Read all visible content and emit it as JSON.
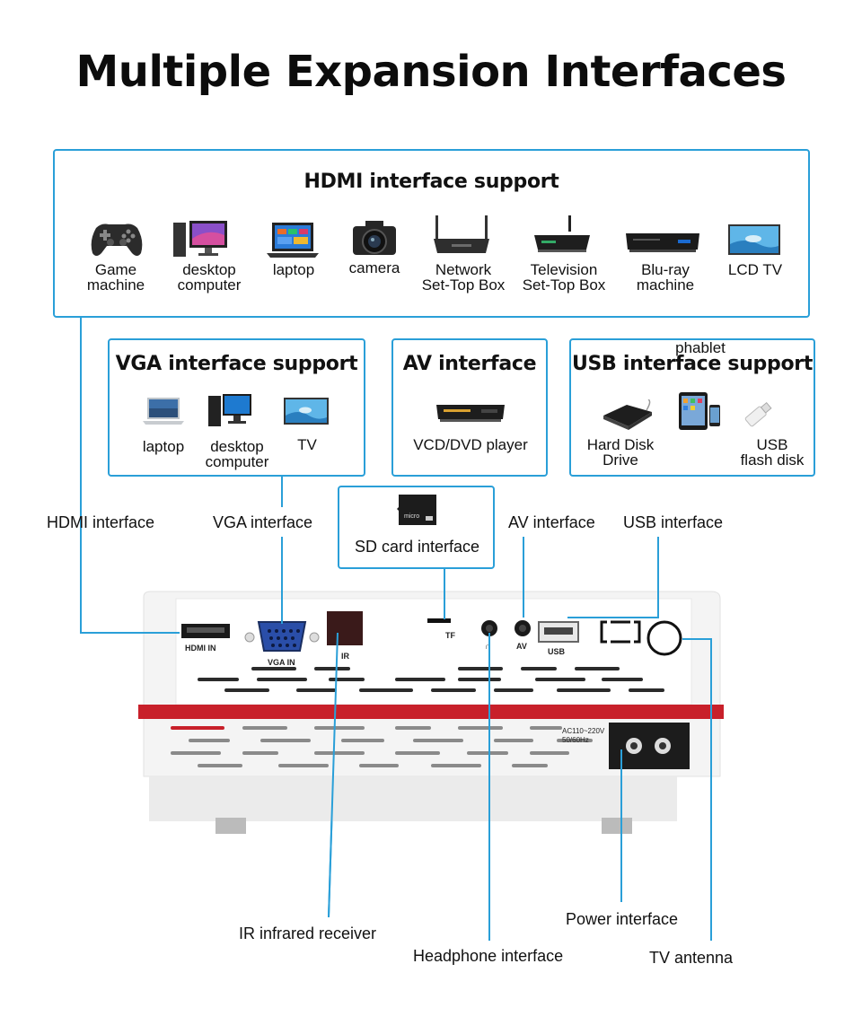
{
  "title": "Multiple Expansion Interfaces",
  "hdmi_panel": {
    "title": "HDMI interface support",
    "devices": [
      {
        "label": "Game\nmachine",
        "icon": "gamepad-icon"
      },
      {
        "label": "desktop\ncomputer",
        "icon": "desktop-computer-icon"
      },
      {
        "label": "laptop",
        "icon": "laptop-icon"
      },
      {
        "label": "camera",
        "icon": "camera-icon"
      },
      {
        "label": "Network\nSet-Top Box",
        "icon": "network-set-top-box-icon"
      },
      {
        "label": "Television\nSet-Top Box",
        "icon": "tv-set-top-box-icon"
      },
      {
        "label": "Blu-ray\nmachine",
        "icon": "blu-ray-player-icon"
      },
      {
        "label": "LCD TV",
        "icon": "lcd-tv-icon"
      }
    ]
  },
  "vga_panel": {
    "title": "VGA interface support",
    "devices": [
      {
        "label": "laptop",
        "icon": "laptop-icon"
      },
      {
        "label": "desktop\ncomputer",
        "icon": "desktop-computer-icon"
      },
      {
        "label": "TV",
        "icon": "tv-icon"
      }
    ]
  },
  "av_panel": {
    "title": "AV interface",
    "devices": [
      {
        "label": "VCD/DVD player",
        "icon": "dvd-player-icon"
      }
    ]
  },
  "usb_panel": {
    "title": "USB interface support",
    "devices": [
      {
        "label": "Hard Disk\nDrive",
        "icon": "hard-disk-icon"
      },
      {
        "label": "phablet",
        "icon": "phablet-icon"
      },
      {
        "label": "USB\nflash disk",
        "icon": "usb-flash-disk-icon"
      }
    ]
  },
  "sd_panel": {
    "label": "SD card interface",
    "icon": "sd-card-icon"
  },
  "callouts": {
    "hdmi": "HDMI interface",
    "vga": "VGA interface",
    "av": "AV interface",
    "usb": "USB interface",
    "ir": "IR infrared receiver",
    "headphone": "Headphone interface",
    "power": "Power interface",
    "antenna": "TV antenna"
  },
  "port_labels": {
    "hdmi": "HDMI  IN",
    "vga": "VGA IN",
    "ir": "IR",
    "tf": "TF",
    "av": "AV",
    "usb": "USB",
    "power_rating_1": "AC110~220V",
    "power_rating_2": "50/60Hz"
  },
  "colors": {
    "accent": "#2a9fd8",
    "red_stripe": "#c8202a",
    "device_body": "#f4f4f4"
  }
}
